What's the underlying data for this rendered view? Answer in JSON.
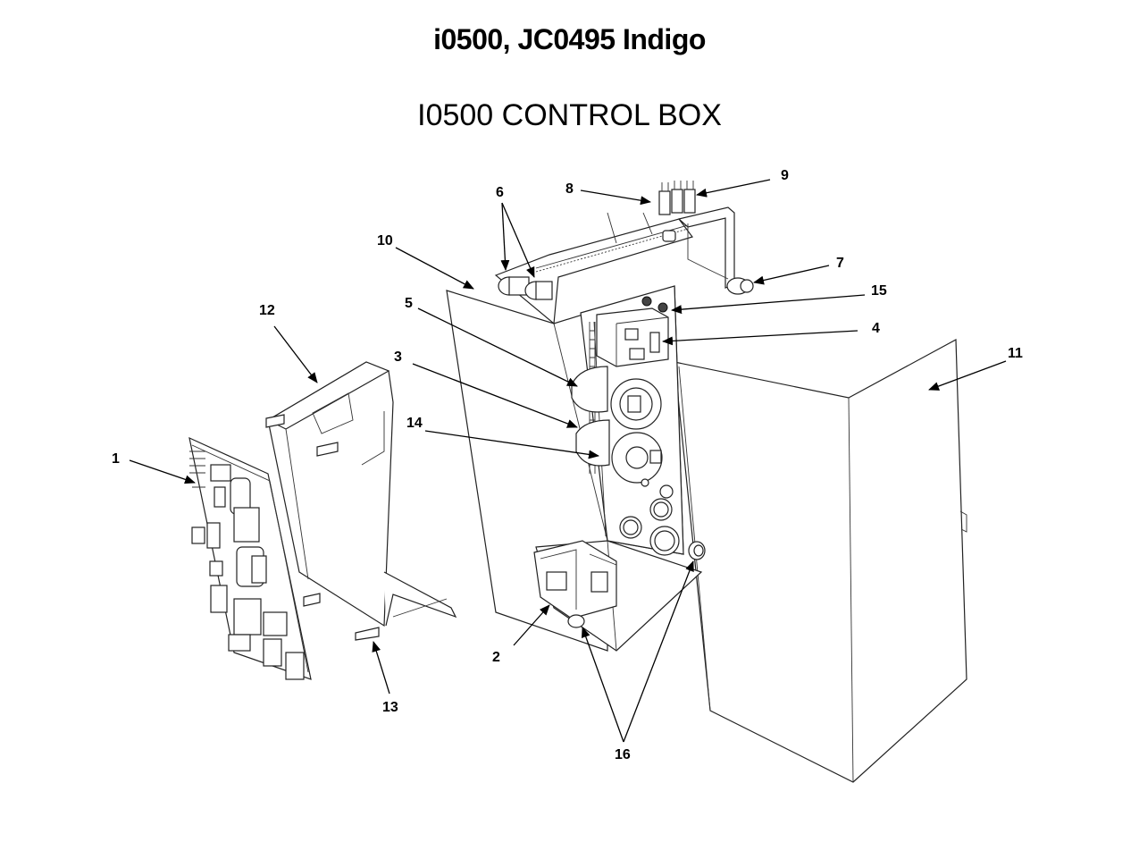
{
  "header": {
    "title": "i0500, JC0495 Indigo",
    "subtitle": "I0500 CONTROL BOX"
  },
  "callouts": [
    "1",
    "2",
    "3",
    "4",
    "5",
    "6",
    "7",
    "8",
    "9",
    "10",
    "11",
    "12",
    "13",
    "14",
    "15",
    "16"
  ]
}
